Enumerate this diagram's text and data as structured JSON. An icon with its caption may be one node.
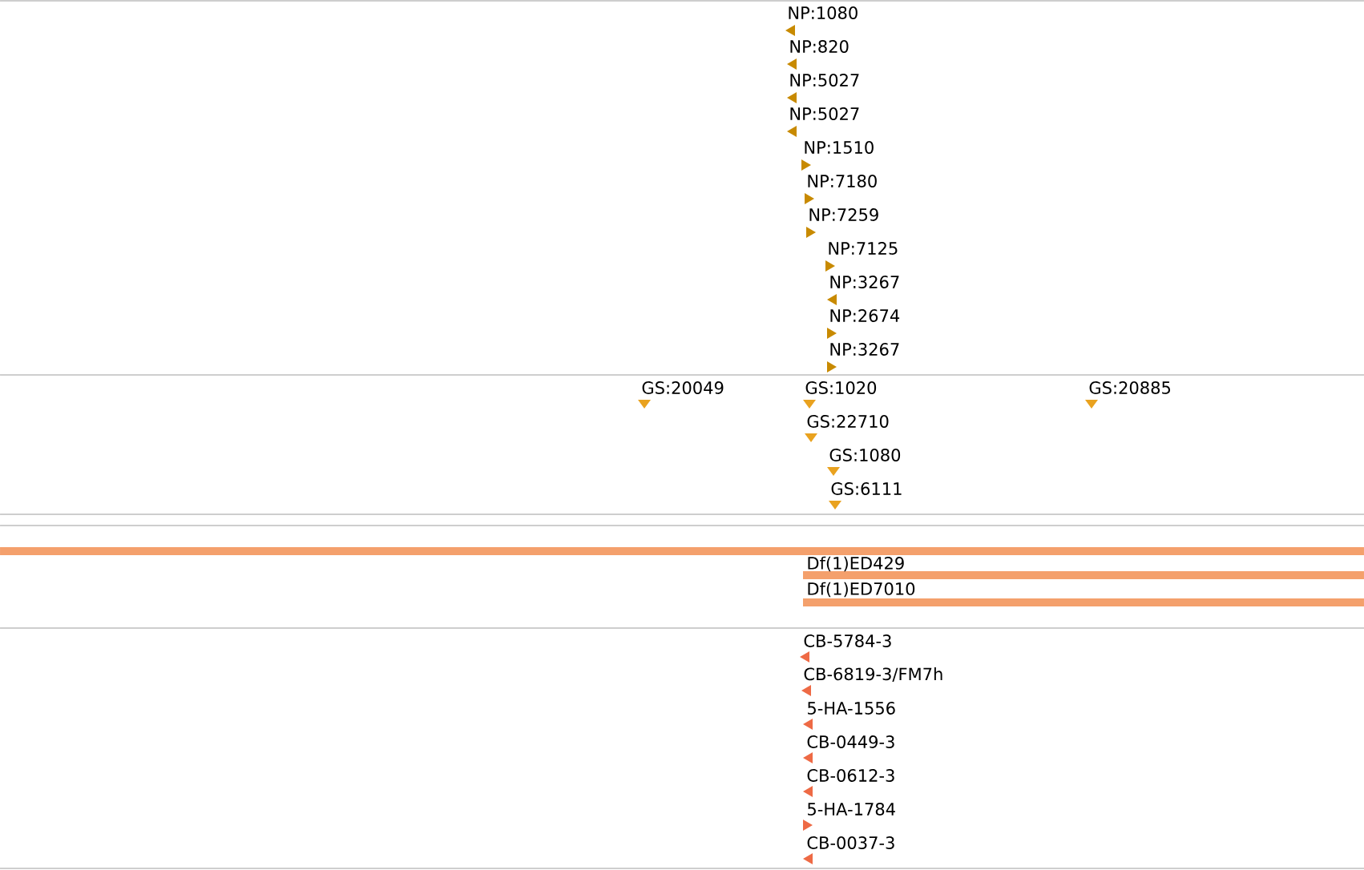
{
  "diagram": {
    "labels": [
      "NP:1080",
      "NP:820",
      "NP:5027",
      "NP:5027",
      "NP:1510",
      "NP:7180",
      "NP:7259",
      "NP:7125",
      "NP:3267",
      "NP:2674",
      "NP:3267",
      "GS:20049",
      "GS:1020",
      "GS:20885",
      "GS:22710",
      "GS:1080",
      "GS:6111",
      "Df(1)ED429",
      "Df(1)ED7010",
      "CB-5784-3",
      "CB-6819-3/FM7h",
      "5-HA-1556",
      "CB-0449-3",
      "CB-0612-3",
      "5-HA-1784",
      "CB-0037-3"
    ]
  }
}
